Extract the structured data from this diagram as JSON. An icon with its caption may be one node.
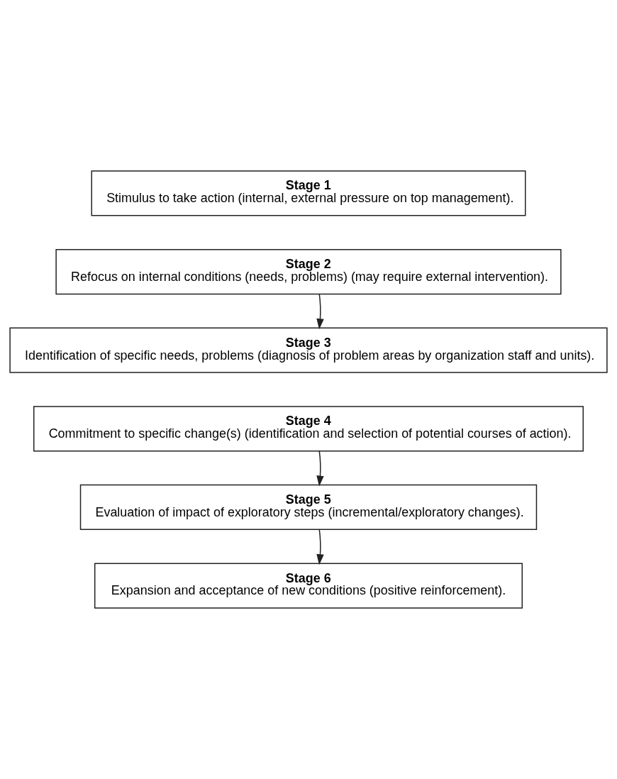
{
  "diagram": {
    "nodes": [
      {
        "text": [
          "Stage 1",
          "Stimulus to take action (internal, external pressure on top management)."
        ]
      },
      {
        "text": [
          "Stage 2",
          "Refocus on internal conditions (needs, problems) (may require external intervention)."
        ]
      },
      {
        "text": [
          "Stage 3",
          "Identification of specific needs, problems (diagnosis of problem areas by organization staff and units)."
        ]
      },
      {
        "text": [
          "Stage 4",
          "Commitment to specific change(s) (identification and selection of potential courses of action)."
        ]
      },
      {
        "text": [
          "Stage 5",
          "Evaluation of impact of exploratory steps (incremental/exploratory changes)."
        ]
      },
      {
        "text": [
          "Stage 6",
          "Expansion and acceptance of new conditions (positive reinforcement)."
        ]
      }
    ],
    "edges": [
      {
        "from": 1,
        "to": 2,
        "arrow": "to"
      },
      {
        "from": 3,
        "to": 4,
        "arrow": "to"
      },
      {
        "from": 4,
        "to": 5,
        "arrow": "to"
      }
    ]
  }
}
